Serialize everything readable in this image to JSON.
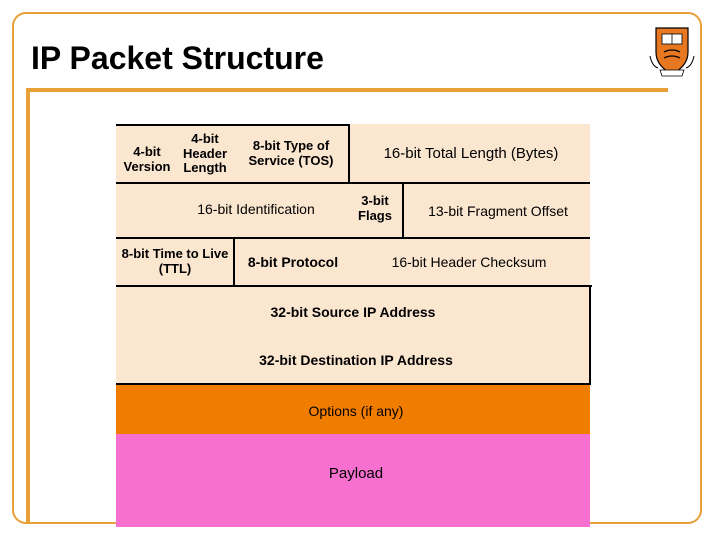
{
  "slide": {
    "title": "IP Packet Structure"
  },
  "colors": {
    "frame": "#e8a038",
    "header_fill": "#fbe6d0",
    "options_fill": "#f07c00",
    "payload_fill": "#f76fcf"
  },
  "fields": {
    "version": "4-bit Version",
    "header_length": "4-bit Header Length",
    "tos": "8-bit Type of Service (TOS)",
    "total_length": "16-bit Total Length (Bytes)",
    "identification": "16-bit Identification",
    "flags": "3-bit Flags",
    "fragment_offset": "13-bit Fragment Offset",
    "ttl": "8-bit Time to Live (TTL)",
    "protocol": "8-bit Protocol",
    "checksum": "16-bit Header Checksum",
    "source_ip": "32-bit Source IP Address",
    "dest_ip": "32-bit Destination IP Address",
    "options": "Options (if any)",
    "payload": "Payload"
  }
}
